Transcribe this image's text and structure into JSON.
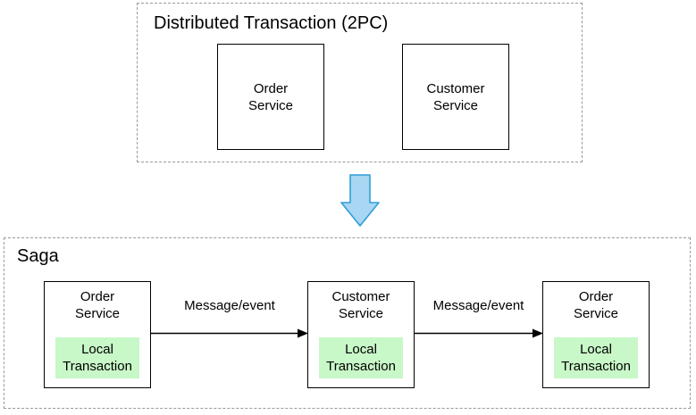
{
  "colors": {
    "dashed_border": "#999999",
    "box_border": "#000000",
    "local_transaction_fill": "#c8f7c8",
    "arrow_blue_fill": "#a8d6f3",
    "arrow_blue_stroke": "#2f9ed9",
    "arrow_black": "#000000"
  },
  "top_group": {
    "title": "Distributed Transaction (2PC)",
    "boxes": [
      {
        "label": "Order\nService"
      },
      {
        "label": "Customer\nService"
      }
    ]
  },
  "bottom_group": {
    "title": "Saga",
    "boxes": [
      {
        "service": "Order\nService",
        "local": "Local\nTransaction"
      },
      {
        "service": "Customer\nService",
        "local": "Local\nTransaction"
      },
      {
        "service": "Order\nService",
        "local": "Local\nTransaction"
      }
    ],
    "arrows": [
      {
        "label": "Message/event"
      },
      {
        "label": "Message/event"
      }
    ]
  }
}
